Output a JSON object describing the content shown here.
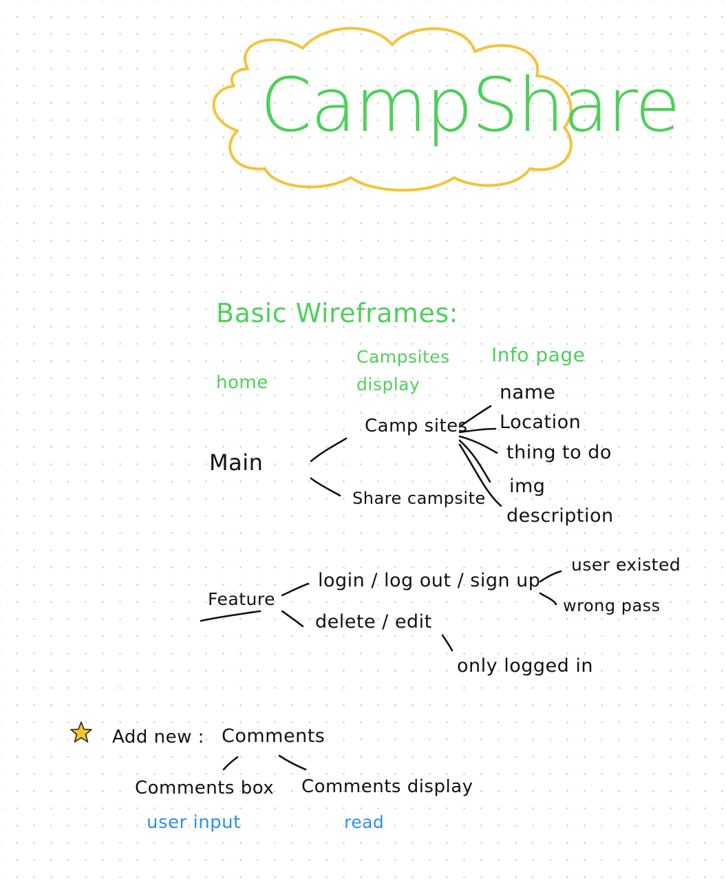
{
  "title": "CampShare",
  "heading": "Basic Wireframes:",
  "columns": {
    "home": "home",
    "campsites_display_1": "Campsites",
    "campsites_display_2": "display",
    "info_page": "Info page"
  },
  "tree": {
    "main": "Main",
    "campsites": "Camp sites",
    "share": "Share campsite",
    "info_fields": [
      "name",
      "Location",
      "thing to do",
      "img",
      "description"
    ]
  },
  "feature": {
    "label": "Feature",
    "auth": "login / log out / sign up",
    "edit": "delete / edit",
    "auth_cases": [
      "user existed",
      "wrong pass"
    ],
    "edit_note": "only logged in"
  },
  "add_new": {
    "label": "Add new :",
    "item": "Comments",
    "children": [
      {
        "name": "Comments box",
        "note": "user input"
      },
      {
        "name": "Comments display",
        "note": "read"
      }
    ]
  },
  "colors": {
    "accent_green": "#4fcf5a",
    "cloud_yellow": "#f5c23a",
    "note_blue": "#2e8fee",
    "ink": "#111111",
    "star": "#f2c531"
  },
  "icons": [
    "star-icon",
    "cloud-outline"
  ]
}
